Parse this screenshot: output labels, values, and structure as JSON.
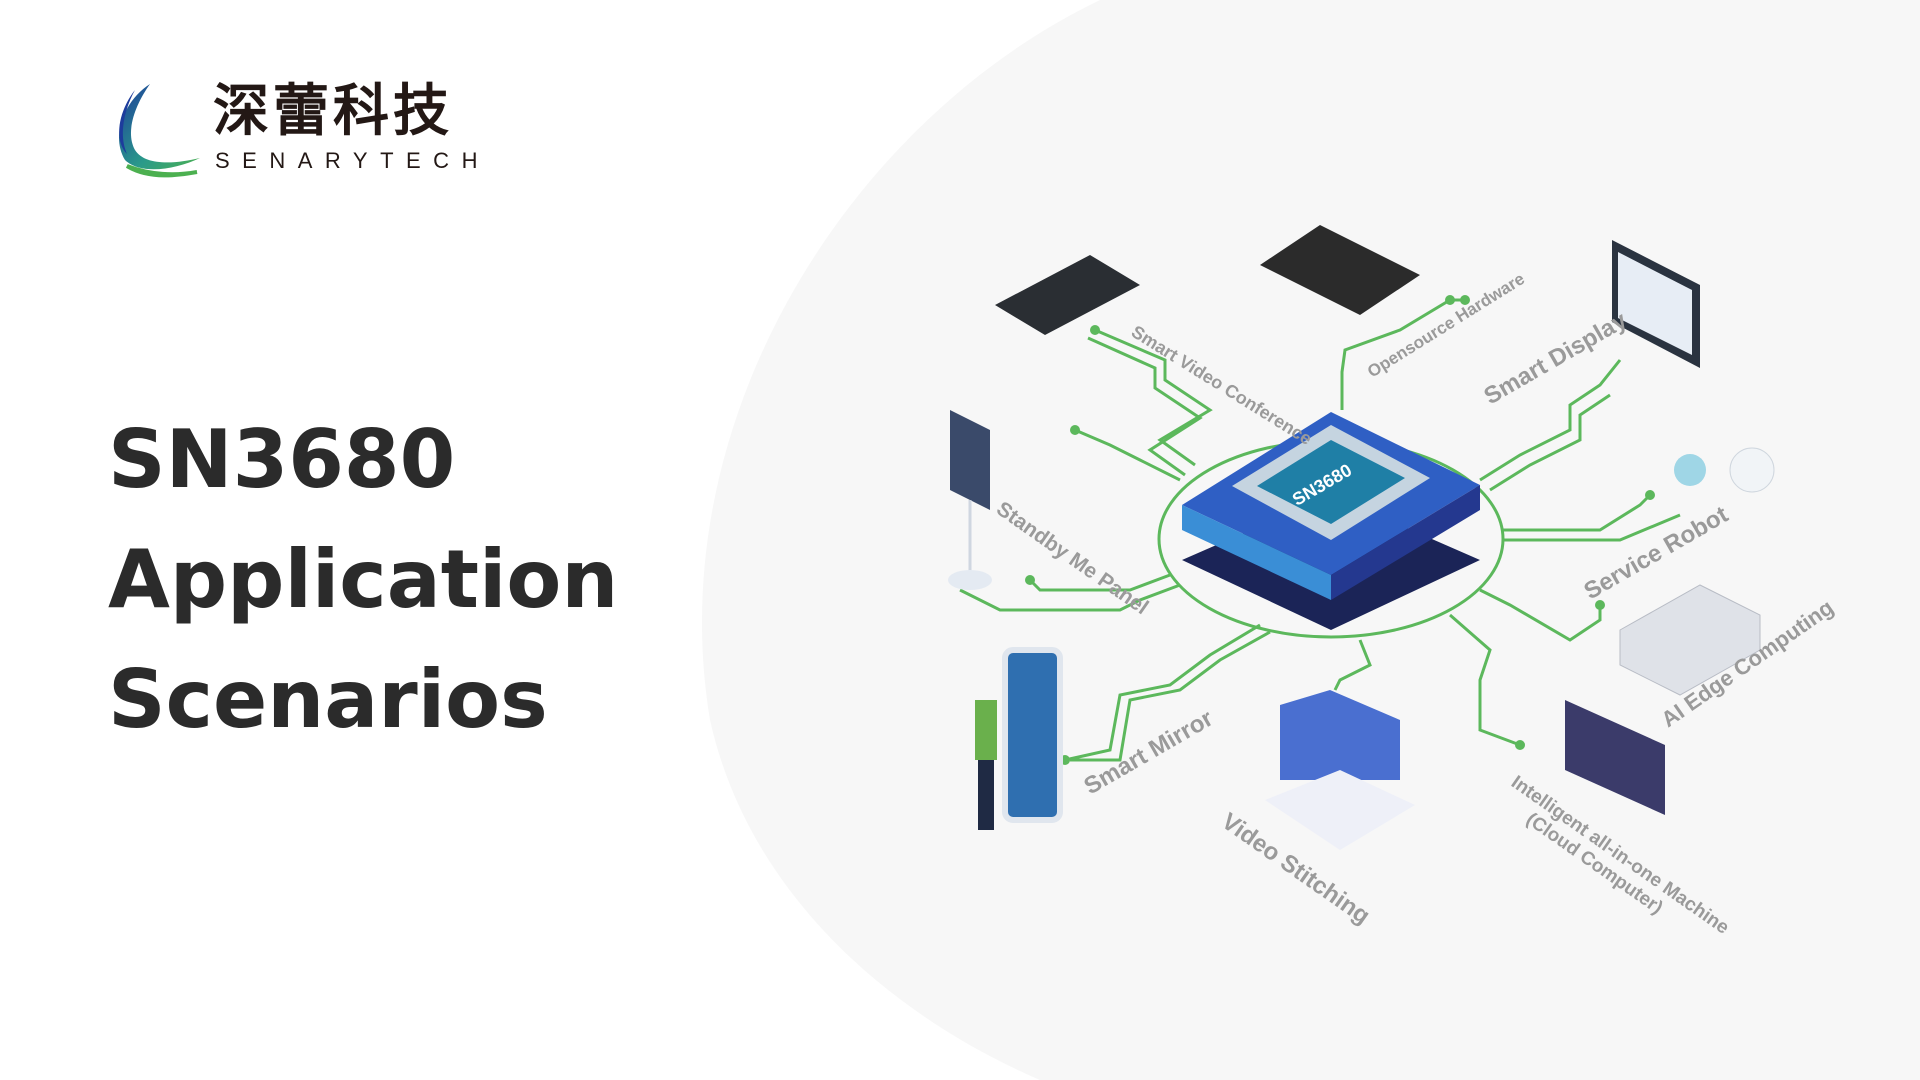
{
  "logo": {
    "chinese": "深蕾科技",
    "english": "SENARYTECH"
  },
  "title": {
    "line1": "SN3680",
    "line2": "Application",
    "line3": "Scenarios"
  },
  "diagram": {
    "chip_label": "SN3680",
    "scenarios": [
      {
        "label": "Smart Video Conference"
      },
      {
        "label": "Opensource Hardware"
      },
      {
        "label": "Smart Display"
      },
      {
        "label": "Service Robot"
      },
      {
        "label": "AI Edge Computing"
      },
      {
        "label": "Intelligent all-in-one Machine",
        "sub": "(Cloud Computer)"
      },
      {
        "label": "Video Stitching"
      },
      {
        "label": "Smart Mirror"
      },
      {
        "label": "Standby Me Panel"
      }
    ]
  },
  "colors": {
    "circuit": "#5cb85c",
    "chip_blue": "#2f5fc4",
    "chip_dark": "#1b2457",
    "chip_face": "#1f7fa6",
    "background_shape": "#f7f7f7"
  }
}
